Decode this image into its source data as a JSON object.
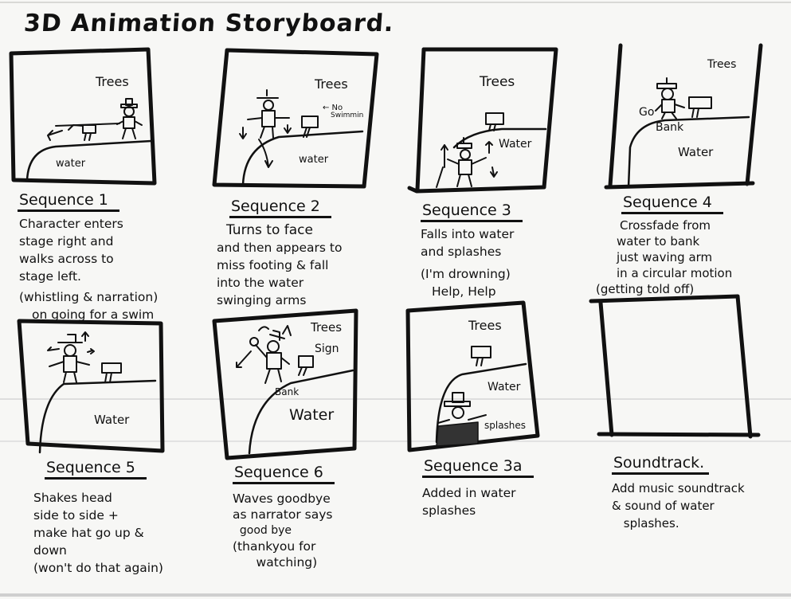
{
  "title": "3D Animation Storyboard.",
  "panels": [
    {
      "id": "seq1",
      "heading": "Sequence 1",
      "labels": {
        "trees": "Trees",
        "water": "water"
      },
      "description": [
        "Character enters",
        "stage right and",
        "walks across to",
        "stage left."
      ],
      "note": [
        "(whistling & narration)",
        "on going for a swim"
      ]
    },
    {
      "id": "seq2",
      "heading": "Sequence 2",
      "labels": {
        "trees": "Trees",
        "sign": "← No",
        "sign2": "Swimmin",
        "water": "water"
      },
      "description": [
        "Turns to face",
        "and then appears to",
        "miss footing & fall",
        "into the water",
        "swinging arms"
      ]
    },
    {
      "id": "seq3",
      "heading": "Sequence 3",
      "labels": {
        "trees": "Trees",
        "water": "Water"
      },
      "description": [
        "Falls into water",
        "and splashes"
      ],
      "note": [
        "(I'm drowning)",
        "Help, Help"
      ]
    },
    {
      "id": "seq4",
      "heading": "Sequence 4",
      "labels": {
        "trees": "Trees",
        "go": "Go",
        "bank": "Bank",
        "water": "Water"
      },
      "description": [
        "Crossfade from",
        "water to bank",
        "just waving arm",
        "in a circular motion",
        "(getting told off)"
      ]
    },
    {
      "id": "seq5",
      "heading": "Sequence 5",
      "labels": {
        "water": "Water"
      },
      "description": [
        "Shakes head",
        "side to side +",
        "make hat go up &",
        "down",
        "(won't do that again)"
      ]
    },
    {
      "id": "seq6",
      "heading": "Sequence 6",
      "labels": {
        "trees": "Trees",
        "sign": "Sign",
        "bank": "Bank",
        "water": "Water"
      },
      "description": [
        "Waves goodbye",
        "as narrator says",
        "  good bye",
        "(thankyou for",
        "      watching)"
      ]
    },
    {
      "id": "seq3a",
      "heading": "Sequence 3a",
      "labels": {
        "trees": "Trees",
        "water": "Water",
        "splashes": "splashes"
      },
      "description": [
        "Added in water",
        "splashes"
      ]
    },
    {
      "id": "soundtrack",
      "heading": "Soundtrack.",
      "labels": {},
      "description": [
        "Add music soundtrack",
        "& sound of water",
        " splashes."
      ]
    }
  ]
}
